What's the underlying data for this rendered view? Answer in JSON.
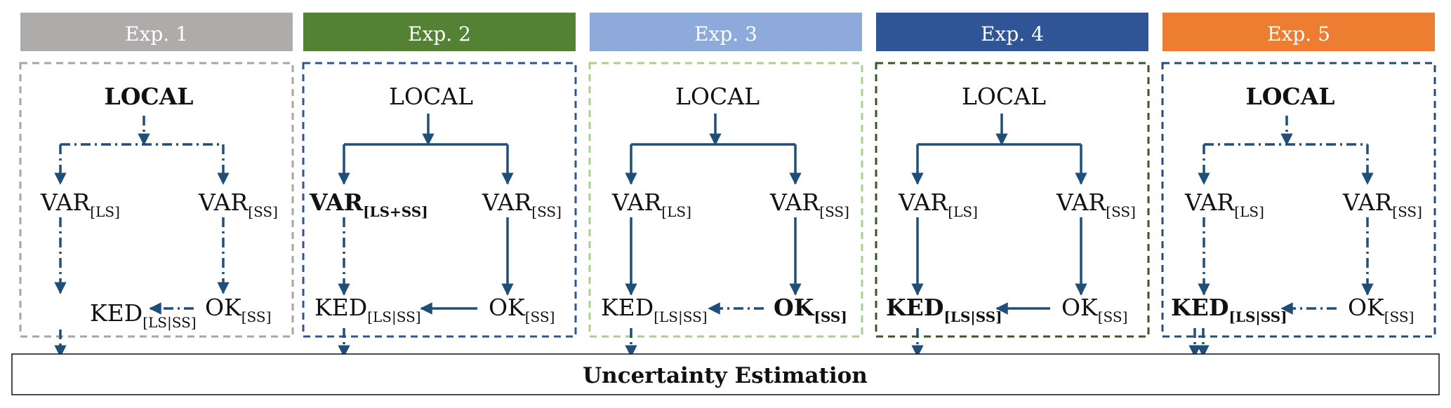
{
  "colors": {
    "edge": "#1f4e79",
    "highlight": "#ff0000",
    "text": "#111111"
  },
  "experiments": [
    {
      "header": "Exp. 1",
      "header_color": "#aeabab",
      "border_color": "#a6a6a6",
      "local": {
        "label": "LOCAL",
        "highlight": true
      },
      "var_left": {
        "base": "VAR",
        "sub": "[LS]",
        "highlight": false
      },
      "var_right": {
        "base": "VAR",
        "sub": "[SS]",
        "highlight": false
      },
      "ked": {
        "base": "KED",
        "sub": "[LS|SS]",
        "highlight": false
      },
      "ok": {
        "base": "OK",
        "sub": "[SS]",
        "highlight": false
      },
      "line_style": "dashdot"
    },
    {
      "header": "Exp. 2",
      "header_color": "#548235",
      "border_color": "#2f5597",
      "local": {
        "label": "LOCAL",
        "highlight": false
      },
      "var_left": {
        "base": "VAR",
        "sub": "[LS+SS]",
        "highlight": true
      },
      "var_right": {
        "base": "VAR",
        "sub": "[SS]",
        "highlight": false
      },
      "ked": {
        "base": "KED",
        "sub": "[LS|SS]",
        "highlight": false
      },
      "ok": {
        "base": "OK",
        "sub": "[SS]",
        "highlight": false
      },
      "line_style": "solid"
    },
    {
      "header": "Exp. 3",
      "header_color": "#8eaadb",
      "border_color": "#a9d18e",
      "local": {
        "label": "LOCAL",
        "highlight": false
      },
      "var_left": {
        "base": "VAR",
        "sub": "[LS]",
        "highlight": false
      },
      "var_right": {
        "base": "VAR",
        "sub": "[SS]",
        "highlight": false
      },
      "ked": {
        "base": "KED",
        "sub": "[LS|SS]",
        "highlight": false
      },
      "ok": {
        "base": "OK",
        "sub": "[SS]",
        "highlight": true
      },
      "line_style": "solid"
    },
    {
      "header": "Exp. 4",
      "header_color": "#2f5597",
      "border_color": "#385723",
      "local": {
        "label": "LOCAL",
        "highlight": false
      },
      "var_left": {
        "base": "VAR",
        "sub": "[LS]",
        "highlight": false
      },
      "var_right": {
        "base": "VAR",
        "sub": "[SS]",
        "highlight": false
      },
      "ked": {
        "base": "KED",
        "sub": "[LS|SS]",
        "highlight": true
      },
      "ok": {
        "base": "OK",
        "sub": "[SS]",
        "highlight": false
      },
      "line_style": "solid"
    },
    {
      "header": "Exp. 5",
      "header_color": "#ed7d31",
      "border_color": "#1f4e79",
      "local": {
        "label": "LOCAL",
        "highlight": true
      },
      "var_left": {
        "base": "VAR",
        "sub": "[LS]",
        "highlight": false
      },
      "var_right": {
        "base": "VAR",
        "sub": "[SS]",
        "highlight": false
      },
      "ked": {
        "base": "KED",
        "sub": "[LS|SS]",
        "highlight": true
      },
      "ok": {
        "base": "OK",
        "sub": "[SS]",
        "highlight": false
      },
      "line_style": "dashdot"
    }
  ],
  "footer": {
    "label": "Uncertainty Estimation"
  }
}
